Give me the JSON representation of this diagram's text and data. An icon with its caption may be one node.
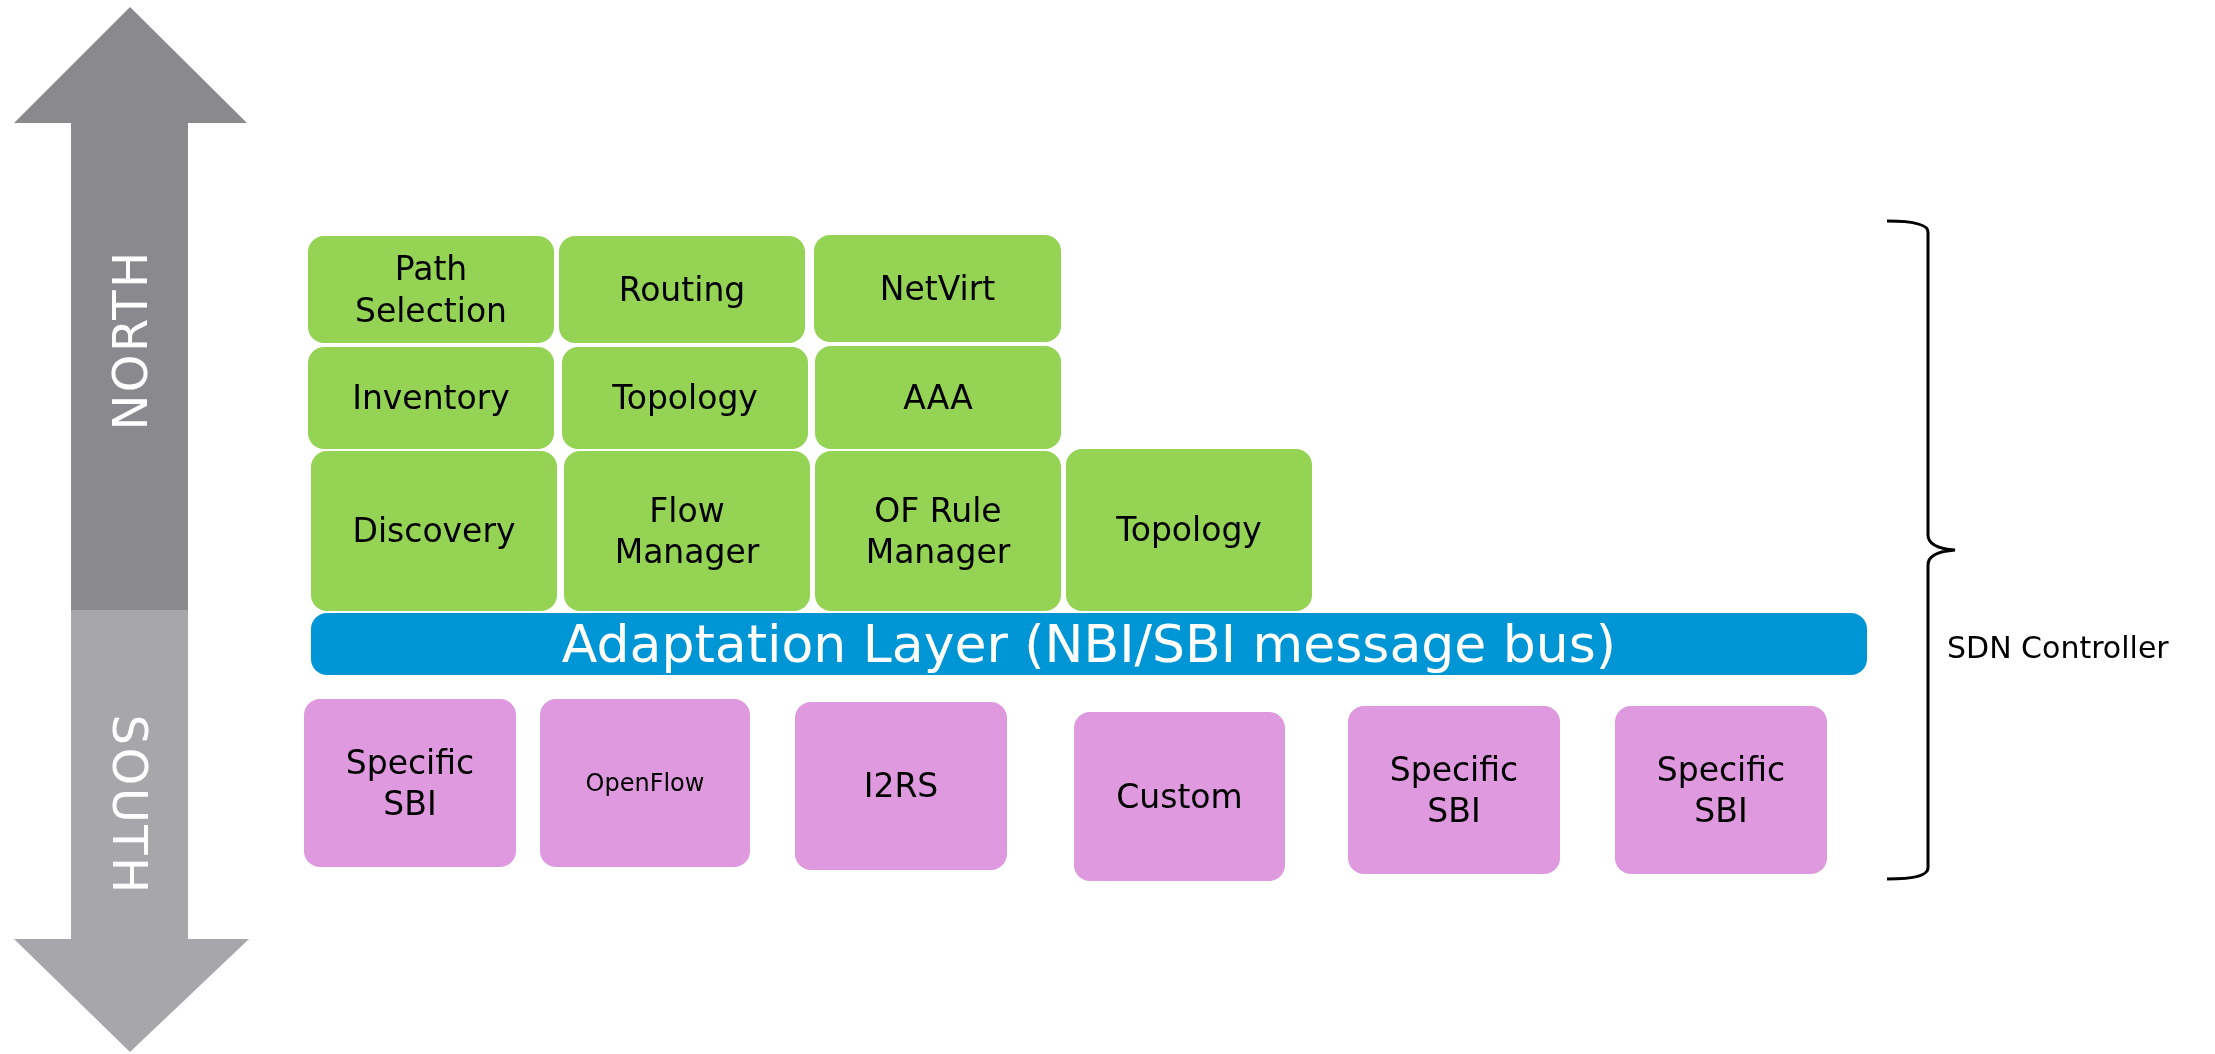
{
  "diagram": {
    "nodes": [
      {
        "text": [
          "Path Selection"
        ]
      },
      {
        "text": [
          "Routing"
        ]
      },
      {
        "text": [
          "NetVirt"
        ]
      },
      {
        "text": [
          "Inventory"
        ]
      },
      {
        "text": [
          "Topology"
        ]
      },
      {
        "text": [
          "AAA"
        ]
      },
      {
        "text": [
          "Discovery"
        ]
      },
      {
        "text": [
          "Flow Manager"
        ]
      },
      {
        "text": [
          "OF Rule Manager"
        ]
      },
      {
        "text": [
          "Topology"
        ]
      },
      {
        "text": [
          "Adaptation Layer (NBI/SBI message bus)"
        ]
      },
      {
        "text": [
          "Specific SBI"
        ]
      },
      {
        "text": [
          "OpenFlow"
        ]
      },
      {
        "text": [
          "I2RS"
        ]
      },
      {
        "text": [
          "Custom"
        ]
      },
      {
        "text": [
          "Specific SBI"
        ]
      },
      {
        "text": [
          "Specific SBI"
        ]
      }
    ],
    "labels": [
      "NORTH",
      "SOUTH",
      "SDN Controller"
    ]
  }
}
